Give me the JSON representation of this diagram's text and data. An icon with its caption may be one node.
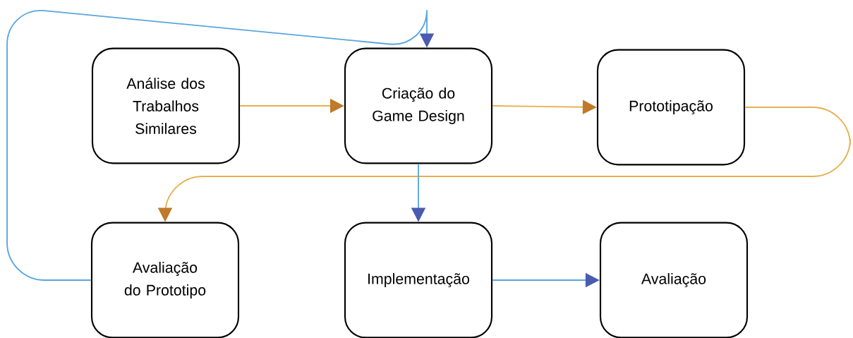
{
  "diagram": {
    "nodes": [
      {
        "text": [
          "Análise dos Trabalhos Similares"
        ]
      },
      {
        "text": [
          "Criação do Game Design"
        ]
      },
      {
        "text": [
          "Prototipação"
        ]
      },
      {
        "text": [
          "Avaliação do Prototipo"
        ]
      },
      {
        "text": [
          "Implementação"
        ]
      },
      {
        "text": [
          "Avaliação"
        ]
      }
    ],
    "edges": [
      {
        "from": 0,
        "to": 1,
        "arrow": "to",
        "color": "#e8b04f"
      },
      {
        "from": 1,
        "to": 2,
        "arrow": "to",
        "color": "#e8b04f"
      },
      {
        "from": 2,
        "to": 3,
        "arrow": "to",
        "color": "#e8b04f"
      },
      {
        "from": 3,
        "to": 1,
        "arrow": "to",
        "color": "#5aa6dd"
      },
      {
        "from": 1,
        "to": 4,
        "arrow": "to",
        "color": "#5aa6dd"
      },
      {
        "from": 4,
        "to": 5,
        "arrow": "to",
        "color": "#5aa6dd"
      }
    ]
  }
}
